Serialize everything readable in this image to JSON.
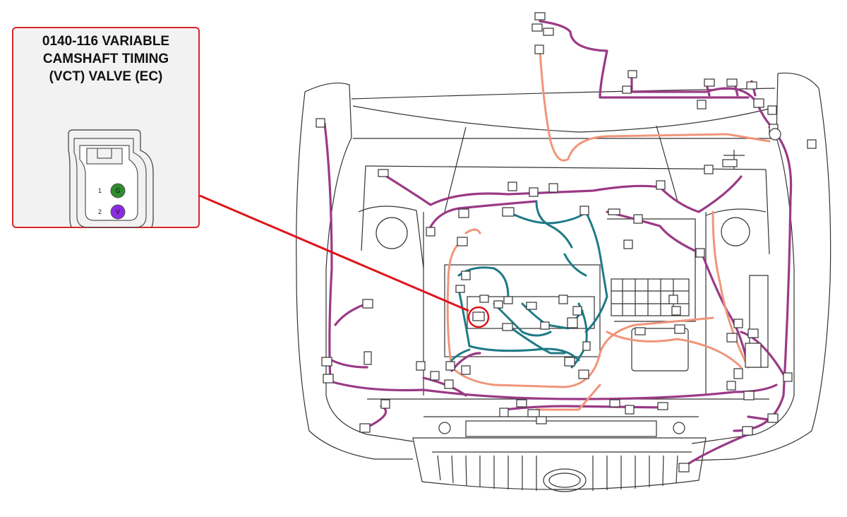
{
  "callout": {
    "title": "0140-116 VARIABLE\nCAMSHAFT TIMING\n(VCT) VALVE  (EC)"
  },
  "connector": {
    "pins": [
      {
        "number": "1",
        "wire": "G",
        "color": "#2e8b2e"
      },
      {
        "number": "2",
        "wire": "V",
        "color": "#8a2be2"
      }
    ]
  },
  "colors": {
    "callout_border": "#d9262a",
    "leader_line": "#e0141b",
    "harness_main": "#9a3a86",
    "harness_engine": "#1f7a86",
    "harness_secondary": "#f0957a",
    "outline": "#333333"
  }
}
